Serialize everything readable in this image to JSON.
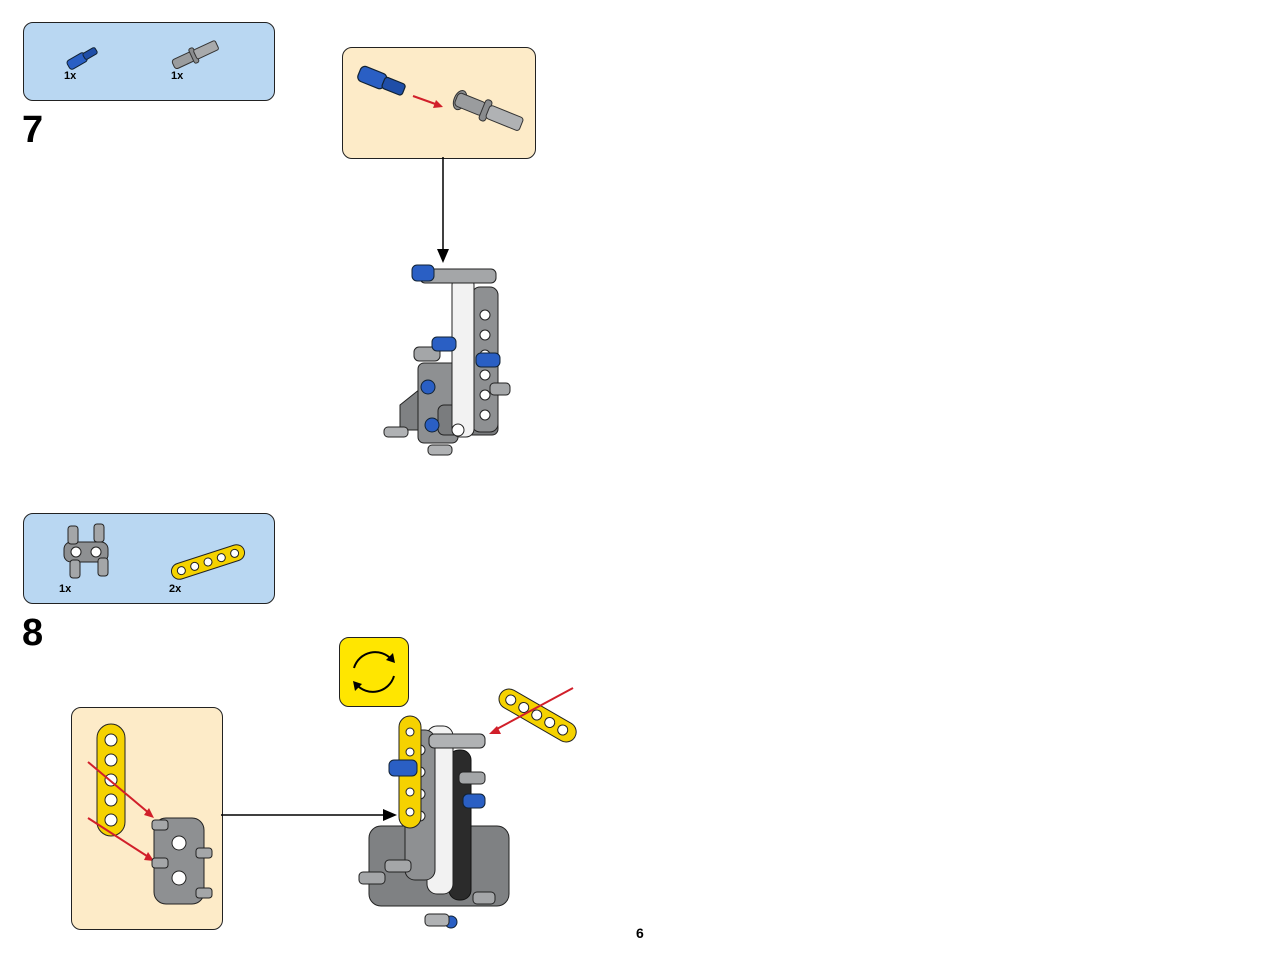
{
  "page_number": "6",
  "steps": [
    {
      "number": "7",
      "parts": [
        {
          "qty": "1x",
          "icon": "blue-axle-pin-icon"
        },
        {
          "qty": "1x",
          "icon": "gray-axle-pin-icon"
        }
      ]
    },
    {
      "number": "8",
      "parts": [
        {
          "qty": "1x",
          "icon": "gray-double-pin-connector-icon"
        },
        {
          "qty": "2x",
          "icon": "yellow-5-hole-beam-icon"
        }
      ]
    }
  ],
  "colors": {
    "parts_box": "#b9d7f2",
    "subassembly_box": "#fdebc8",
    "rotate_box": "#ffe600",
    "assembly_arrow": "#d11f2a",
    "blue_part": "#2a5fc4",
    "gray_part": "#8a8c8e",
    "yellow_part": "#f5d200"
  }
}
